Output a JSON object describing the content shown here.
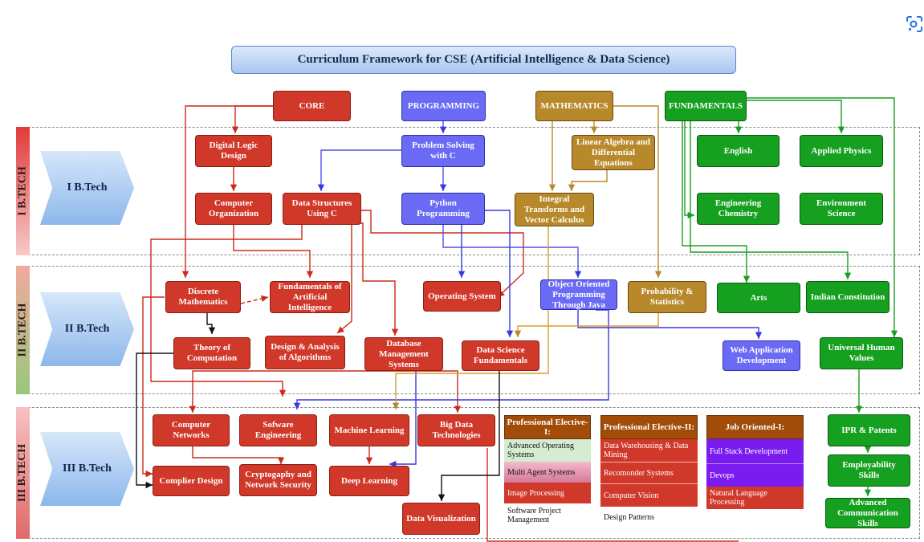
{
  "title": "Curriculum Framework for CSE (Artificial Intelligence & Data Science)",
  "years": [
    {
      "side": "I B.TECH",
      "chevron": "I B.Tech"
    },
    {
      "side": "II B.TECH",
      "chevron": "II B.Tech"
    },
    {
      "side": "III B.TECH",
      "chevron": "III B.Tech"
    }
  ],
  "categories": {
    "core": "CORE",
    "programming": "PROGRAMMING",
    "mathematics": "MATHEMATICS",
    "fundamentals": "FUNDAMENTALS"
  },
  "year1": {
    "digital_logic": "Digital Logic Design",
    "computer_org": "Computer Organization",
    "data_structures": "Data Structures Using C",
    "problem_solving": "Problem Solving with C",
    "python": "Python Programming",
    "linear_algebra": "Linear Algebra and Differential Equations",
    "integral": "Integral Transforms and Vector Calculus",
    "english": "English",
    "physics": "Applied Physics",
    "chemistry": "Engineering Chemistry",
    "environment": "Environment Science"
  },
  "year2": {
    "discrete": "Discrete Mathematics",
    "fai": "Fundamentals of Artificial Intelligence",
    "os": "Operating System",
    "oop_java": "Object Oriented Programming Through Java",
    "probability": "Probability & Statistics",
    "arts": "Arts",
    "constitution": "Indian Constitution",
    "toc": "Theory of Computation",
    "daa": "Design & Analysis of Algorithms",
    "dbms": "Database Management Systems",
    "dsf": "Data Science Fundamentals",
    "webapp": "Web Application Development",
    "uhv": "Universal Human Values"
  },
  "year3": {
    "networks": "Computer Networks",
    "software_eng": "Sofware Engineering",
    "ml": "Machine Learning",
    "bigdata": "Big Data Technologies",
    "compiler": "Complier Design",
    "crypto": "Cryptogaphy and Network Security",
    "deep_learning": "Deep Learning",
    "data_viz": "Data Visualization",
    "ipr": "IPR & Patents",
    "employability": "Employability Skills",
    "advanced_comm": "Advanced Communication Skills"
  },
  "elective1": {
    "header": "Professional Elective-I:",
    "items": [
      "Advanced Operating Systems",
      "Multi Agent Systems",
      "Image Processing",
      "Software Project Management"
    ]
  },
  "elective2": {
    "header": "Professional Elective-II:",
    "items": [
      "Data Warehousing & Data Mining",
      "Recomonder Systems",
      "Computer Vision",
      "Design Patterns"
    ]
  },
  "joboriented": {
    "header": "Job Oriented-I:",
    "items": [
      "Full Stack Development",
      "Devops",
      "Natural Language Processing"
    ]
  },
  "colors": {
    "core": "#d0382a",
    "programming": "#6a6af5",
    "mathematics": "#b8892a",
    "fundamentals": "#16a020",
    "elective_header": "#a14c08",
    "job_highlight": "#7a1cf0"
  }
}
